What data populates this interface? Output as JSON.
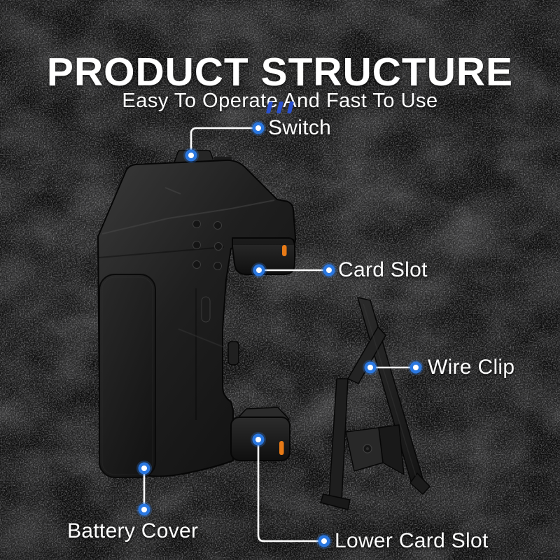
{
  "page": {
    "title": "PRODUCT STRUCTURE",
    "subtitle": "Easy To Operate And Fast To Use"
  },
  "callouts": [
    {
      "id": "switch",
      "label": "Switch"
    },
    {
      "id": "card-slot",
      "label": "Card Slot"
    },
    {
      "id": "wire-clip",
      "label": "Wire Clip"
    },
    {
      "id": "battery-cover",
      "label": "Battery Cover"
    },
    {
      "id": "lower-card-slot",
      "label": "Lower Card Slot"
    }
  ],
  "icons": {
    "accent_marks": "triple-slash-icon",
    "callout_dot": "target-dot-icon"
  },
  "colors": {
    "background": "#0b0b0b",
    "text": "#ffffff",
    "line_white": "#ffffff",
    "accent_blue": "#2a77e0",
    "marks_blue": "#2950cf",
    "accent_orange": "#e87a16"
  }
}
